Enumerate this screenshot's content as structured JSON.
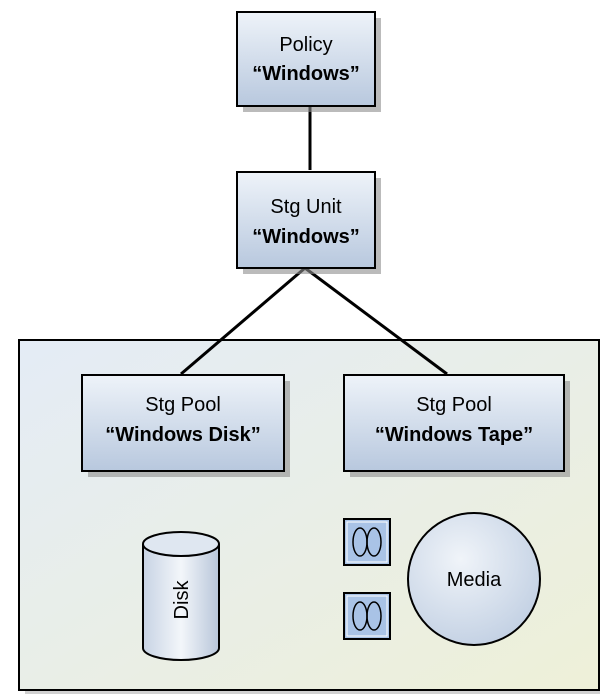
{
  "diagram": {
    "policy": {
      "line1": "Policy",
      "line2": "“Windows”"
    },
    "stg_unit": {
      "line1": "Stg Unit",
      "line2": "“Windows”"
    },
    "pool_disk": {
      "line1": "Stg Pool",
      "line2": "“Windows Disk”"
    },
    "pool_tape": {
      "line1": "Stg Pool",
      "line2": "“Windows Tape”"
    },
    "disk": {
      "label": "Disk"
    },
    "media": {
      "label": "Media"
    }
  },
  "colors": {
    "box_fill_top": "#eef3f9",
    "box_fill_bottom": "#b8c8de",
    "container_top": "#e8eef5",
    "container_bottom": "#eef0dc",
    "icon_fill": "#a9c3e6"
  }
}
